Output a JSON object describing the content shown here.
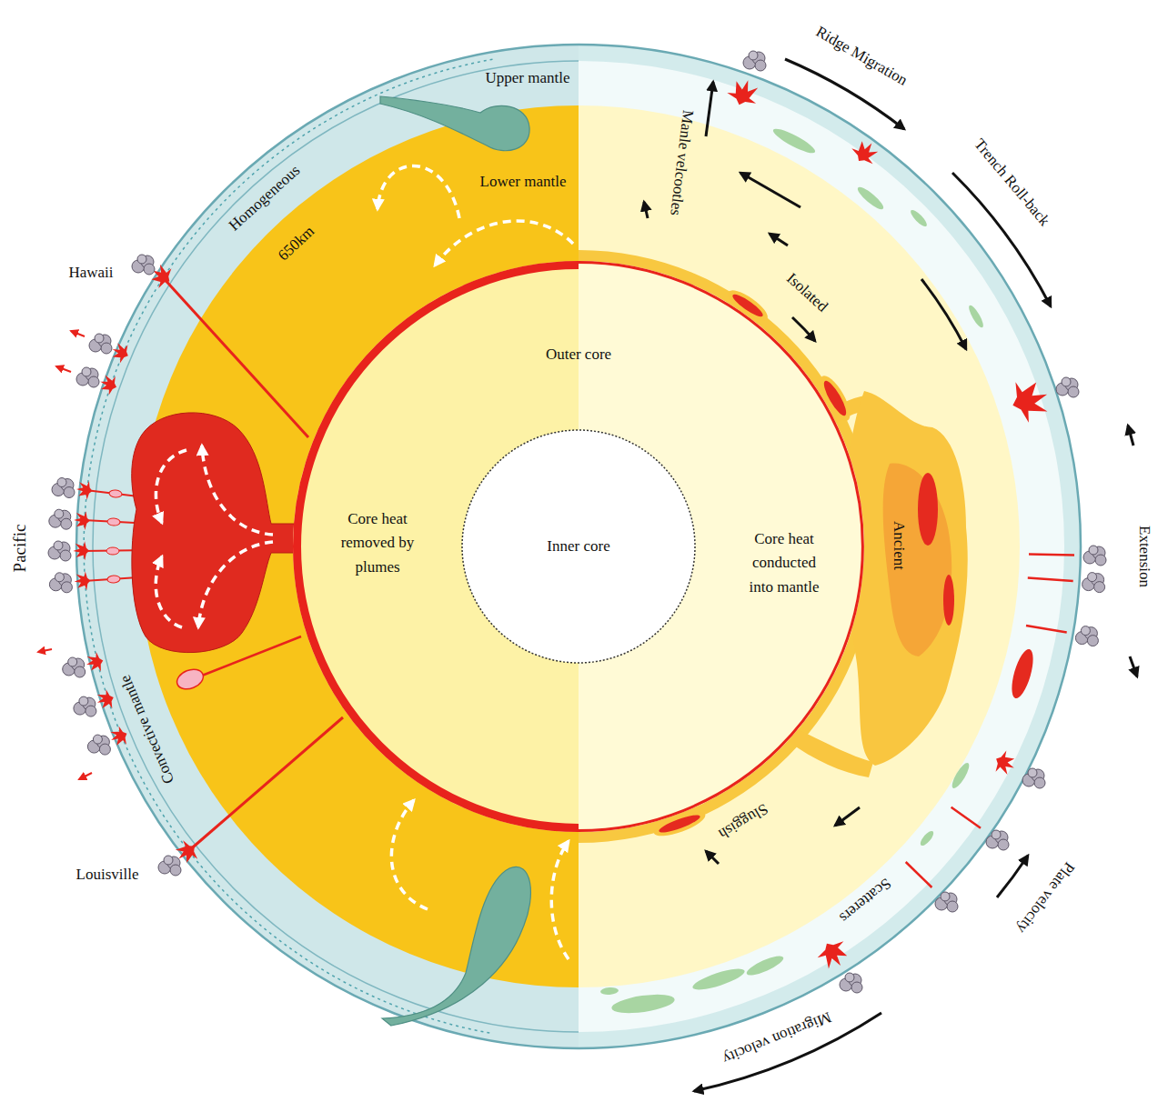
{
  "diagram": {
    "nodes": [
      {
        "text": [
          "Outer core",
          "Core heat removed by plumes",
          "Core heat conducted into mantle"
        ]
      },
      {
        "text": [
          "Inner core"
        ],
        "in": 0
      }
    ],
    "labels": [
      "Upper mantle",
      "Homogeneous",
      "Lower mantle",
      "650km",
      "Hawaii",
      "Pacific",
      "Convective mantle",
      "Louisville",
      "Ridge Migration",
      "Manle velcootles",
      "Trench Roll-back",
      "Isolated",
      "Ancient",
      "Extension",
      "Sluggish",
      "Scatterers",
      "Plate velocity",
      "Migration velocity"
    ]
  }
}
